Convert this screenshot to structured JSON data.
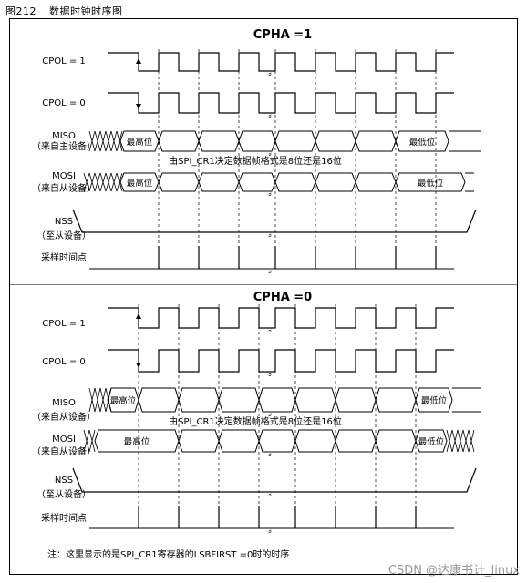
{
  "figure": {
    "number": "图212",
    "title": "数据时钟时序图"
  },
  "panels": [
    {
      "header": "CPHA =1",
      "rows": [
        {
          "key": "cpol1",
          "label": [
            "CPOL = 1"
          ]
        },
        {
          "key": "cpol0",
          "label": [
            "CPOL = 0"
          ]
        },
        {
          "key": "miso",
          "label": [
            "MISO",
            "（来自主设备）"
          ],
          "first": "最高位",
          "last": "最低位"
        },
        {
          "key": "mosi",
          "label": [
            "MOSI",
            "（来自从设备）"
          ],
          "first": "最高位",
          "last": "最低位"
        },
        {
          "key": "nss",
          "label": [
            "NSS",
            "（至从设备）"
          ]
        },
        {
          "key": "sample",
          "label": [
            "采样时间点"
          ]
        }
      ],
      "note": "由SPI_CR1决定数据帧格式是8位还是16位"
    },
    {
      "header": "CPHA =0",
      "rows": [
        {
          "key": "cpol1",
          "label": [
            "CPOL = 1"
          ]
        },
        {
          "key": "cpol0",
          "label": [
            "CPOL = 0"
          ]
        },
        {
          "key": "miso",
          "label": [
            "MISO",
            "（来自从设备）"
          ],
          "first": "最高位",
          "last": "最低位"
        },
        {
          "key": "mosi",
          "label": [
            "MOSI",
            "（来自从设备）"
          ],
          "first": "最高位",
          "last": "最低位"
        },
        {
          "key": "nss",
          "label": [
            "NSS",
            "（至从设备）"
          ]
        },
        {
          "key": "sample",
          "label": [
            "采样时间点"
          ]
        }
      ],
      "note": "由SPI_CR1决定数据帧格式是8位还是16位"
    }
  ],
  "footnote": "注：这里显示的是SPI_CR1寄存器的LSBFIRST =0时的时序",
  "watermark": "CSDN @达康书计_linux"
}
